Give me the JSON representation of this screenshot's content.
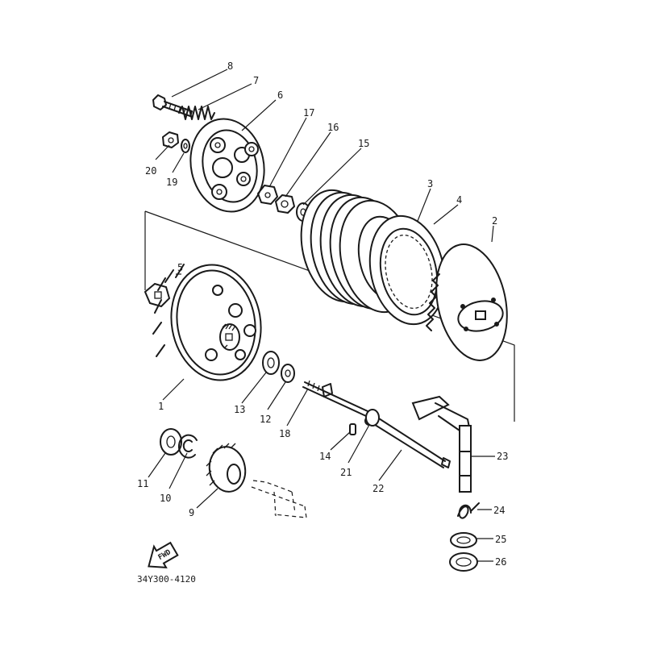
{
  "diagram": {
    "type": "exploded-parts-diagram",
    "parts": [
      {
        "id": "p1",
        "number": "1"
      },
      {
        "id": "p2",
        "number": "2"
      },
      {
        "id": "p3",
        "number": "3"
      },
      {
        "id": "p4",
        "number": "4"
      },
      {
        "id": "p5",
        "number": "5"
      },
      {
        "id": "p6",
        "number": "6"
      },
      {
        "id": "p7",
        "number": "7"
      },
      {
        "id": "p8",
        "number": "8"
      },
      {
        "id": "p9",
        "number": "9"
      },
      {
        "id": "p10",
        "number": "10"
      },
      {
        "id": "p11",
        "number": "11"
      },
      {
        "id": "p12",
        "number": "12"
      },
      {
        "id": "p13",
        "number": "13"
      },
      {
        "id": "p14",
        "number": "14"
      },
      {
        "id": "p15",
        "number": "15"
      },
      {
        "id": "p16",
        "number": "16"
      },
      {
        "id": "p17",
        "number": "17"
      },
      {
        "id": "p18",
        "number": "18"
      },
      {
        "id": "p19",
        "number": "19"
      },
      {
        "id": "p20",
        "number": "20"
      },
      {
        "id": "p21",
        "number": "21"
      },
      {
        "id": "p22",
        "number": "22"
      },
      {
        "id": "p23",
        "number": "23"
      },
      {
        "id": "p24",
        "number": "24"
      },
      {
        "id": "p25",
        "number": "25"
      },
      {
        "id": "p26",
        "number": "26"
      }
    ],
    "fwd_marker": "FWD",
    "drawing_code": "34Y300-4120"
  }
}
